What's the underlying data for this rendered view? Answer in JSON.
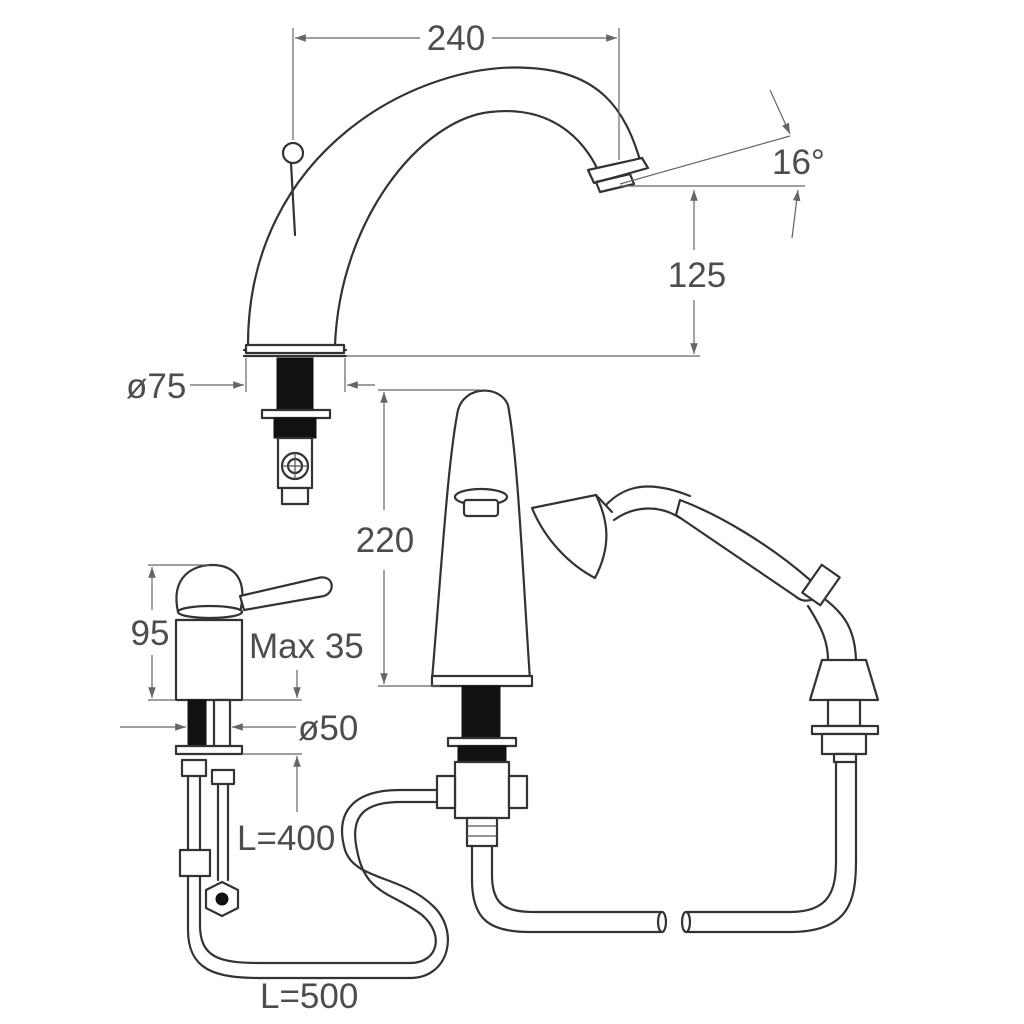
{
  "dimensions": {
    "spout_reach": "240",
    "spout_angle": "16°",
    "spout_height": "125",
    "spout_base_diameter": "ø75",
    "handset_holder_height": "220",
    "mixer_height": "95",
    "max_deck_thickness": "Max 35",
    "mixer_base_diameter": "ø50",
    "short_hose_length": "L=400",
    "long_hose_length": "L=500"
  },
  "colors": {
    "line": "#333333",
    "dimension_text": "#4d4d4d",
    "fill_dark": "#111111"
  }
}
